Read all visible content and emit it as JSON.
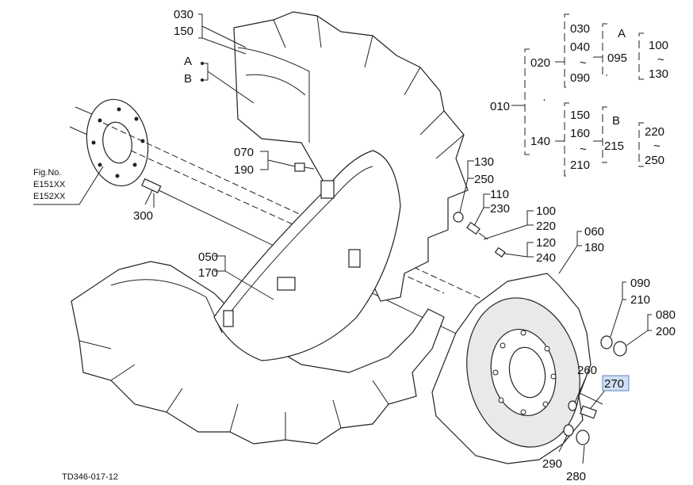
{
  "callouts": {
    "c030": "030",
    "c150": "150",
    "cA": "A",
    "cB": "B",
    "c070": "070",
    "c190": "190",
    "c300": "300",
    "c050": "050",
    "c170": "170",
    "c130": "130",
    "c250": "250",
    "c110": "110",
    "c230": "230",
    "c100": "100",
    "c220": "220",
    "c120": "120",
    "c240": "240",
    "c060": "060",
    "c180": "180",
    "c090": "090",
    "c210": "210",
    "c080": "080",
    "c200": "200",
    "c260": "260",
    "c270": "270",
    "c290": "290",
    "c280": "280"
  },
  "fig_ref": {
    "line1": "Fig.No.",
    "line2": "E151XX",
    "line3": "E152XX"
  },
  "tree": {
    "root": "010",
    "n020": "020",
    "n140": "140",
    "a030": "030",
    "a040": "040",
    "a_tilde": "~",
    "a090": "090",
    "a_letter": "A",
    "a095": "095",
    "a100": "100",
    "a_tilde2": "~",
    "a130": "130",
    "b150": "150",
    "b160": "160",
    "b_tilde": "~",
    "b210": "210",
    "b_letter": "B",
    "b215": "215",
    "b220": "220",
    "b_tilde2": "~",
    "b250": "250"
  },
  "footer": {
    "drawing_id": "TD346-017-12"
  },
  "highlight": {
    "selected_part": "270",
    "color": "#cfe0f3"
  }
}
